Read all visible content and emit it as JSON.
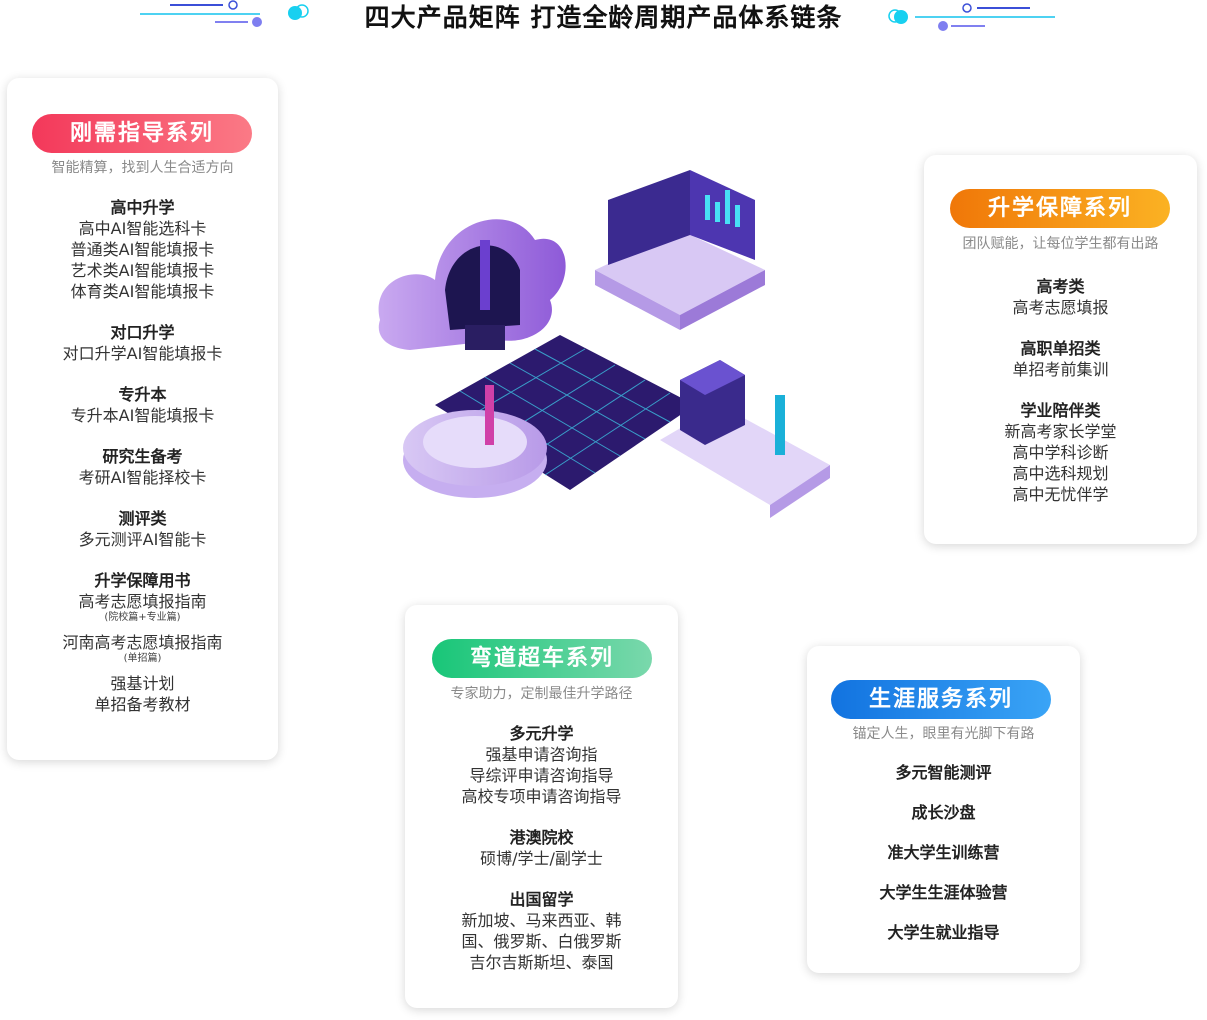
{
  "title": "四大产品矩阵  打造全龄周期产品体系链条",
  "colors": {
    "red": "#f0455a",
    "orange": "#f58a12",
    "green": "#20c77c",
    "blue": "#1a7fe8"
  },
  "cards": [
    {
      "title": "刚需指导系列",
      "subtitle": "智能精算，找到人生合适方向",
      "groups": [
        {
          "title": "高中升学",
          "lines": [
            {
              "text": "高中AI智能选科卡"
            },
            {
              "text": "普通类AI智能填报卡"
            },
            {
              "text": "艺术类AI智能填报卡"
            },
            {
              "text": "体育类AI智能填报卡"
            }
          ]
        },
        {
          "title": "对口升学",
          "lines": [
            {
              "text": "对口升学AI智能填报卡"
            }
          ]
        },
        {
          "title": "专升本",
          "lines": [
            {
              "text": "专升本AI智能填报卡"
            }
          ]
        },
        {
          "title": "研究生备考",
          "lines": [
            {
              "text": "考研AI智能择校卡"
            }
          ]
        },
        {
          "title": "测评类",
          "lines": [
            {
              "text": "多元测评AI智能卡"
            }
          ]
        },
        {
          "title": "升学保障用书",
          "lines": [
            {
              "text": "高考志愿填报指南",
              "note": "(院校篇+专业篇)"
            },
            {
              "text": "河南高考志愿填报指南",
              "note": "(单招篇)"
            },
            {
              "text": "强基计划"
            },
            {
              "text": "单招备考教材"
            }
          ]
        }
      ]
    },
    {
      "title": "升学保障系列",
      "subtitle": "团队赋能，让每位学生都有出路",
      "groups": [
        {
          "title": "高考类",
          "lines": [
            {
              "text": "高考志愿填报"
            }
          ]
        },
        {
          "title": "高职单招类",
          "lines": [
            {
              "text": "单招考前集训"
            }
          ]
        },
        {
          "title": "学业陪伴类",
          "lines": [
            {
              "text": "新高考家长学堂"
            },
            {
              "text": "高中学科诊断"
            },
            {
              "text": "高中选科规划"
            },
            {
              "text": "高中无忧伴学"
            }
          ]
        }
      ]
    },
    {
      "title": "弯道超车系列",
      "subtitle": "专家助力，定制最佳升学路径",
      "groups": [
        {
          "title": "多元升学",
          "lines": [
            {
              "text": "强基申请咨询指"
            },
            {
              "text": "导综评申请咨询指导"
            },
            {
              "text": "高校专项申请咨询指导"
            }
          ]
        },
        {
          "title": "港澳院校",
          "lines": [
            {
              "text": "硕博/学士/副学士"
            }
          ]
        },
        {
          "title": "出国留学",
          "lines": [
            {
              "text": "新加坡、马来西亚、韩"
            },
            {
              "text": "国、俄罗斯、白俄罗斯"
            },
            {
              "text": "吉尔吉斯斯坦、泰国"
            }
          ]
        }
      ]
    },
    {
      "title": "生涯服务系列",
      "subtitle": "锚定人生，眼里有光脚下有路",
      "groups": [
        {
          "title": "多元智能测评",
          "lines": []
        },
        {
          "title": "成长沙盘",
          "lines": []
        },
        {
          "title": "准大学生训练营",
          "lines": []
        },
        {
          "title": "大学生生涯体验营",
          "lines": []
        },
        {
          "title": "大学生就业指导",
          "lines": []
        }
      ]
    }
  ]
}
